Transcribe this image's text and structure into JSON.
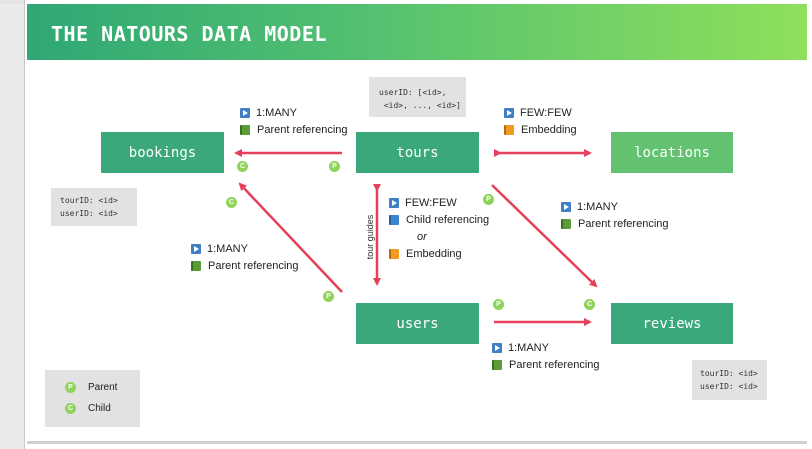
{
  "title": "THE NATOURS DATA MODEL",
  "entities": {
    "bookings": "bookings",
    "tours": "tours",
    "locations": "locations",
    "users": "users",
    "reviews": "reviews"
  },
  "notes": {
    "tours": [
      "userID: [<id>,",
      " <id>, ..., <id>]"
    ],
    "bookings": [
      "tourID: <id>",
      "userID: <id>"
    ],
    "reviews": [
      "tourID: <id>",
      "userID: <id>"
    ]
  },
  "relationships": {
    "tours_bookings": {
      "cardinality": "1:MANY",
      "type": "Parent referencing"
    },
    "tours_locations": {
      "cardinality": "FEW:FEW",
      "type": "Embedding"
    },
    "tours_users": {
      "cardinality": "FEW:FEW",
      "type": "Child referencing",
      "or": "or",
      "alt_type": "Embedding"
    },
    "tours_reviews": {
      "cardinality": "1:MANY",
      "type": "Parent referencing"
    },
    "users_bookings": {
      "cardinality": "1:MANY",
      "type": "Parent referencing"
    },
    "users_reviews": {
      "cardinality": "1:MANY",
      "type": "Parent referencing"
    }
  },
  "tour_guides_label": "tour guides",
  "badges": {
    "parent": "P",
    "child": "C"
  },
  "legend": {
    "parent": "Parent",
    "child": "Child"
  },
  "colors": {
    "arrow": "#e6405a",
    "entity_dark": "#3aa87a",
    "entity_light": "#62c26f",
    "badge": "#8ed35a"
  },
  "icons": {
    "cardinality": "play-icon",
    "referencing": "book-icon"
  }
}
